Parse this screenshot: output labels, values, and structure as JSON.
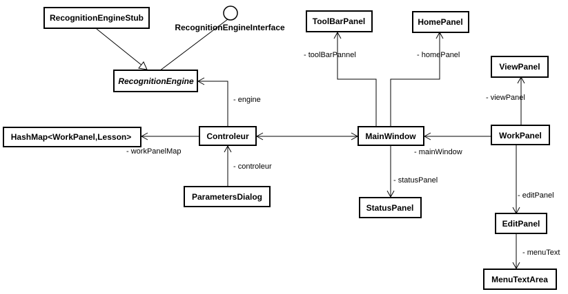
{
  "classes": {
    "recognition_engine_stub": "RecognitionEngineStub",
    "recognition_engine_interface": "RecognitionEngineInterface",
    "recognition_engine": "RecognitionEngine",
    "toolbar_panel": "ToolBarPanel",
    "home_panel": "HomePanel",
    "view_panel": "ViewPanel",
    "hashmap": "HashMap<WorkPanel,Lesson>",
    "controleur": "Controleur",
    "main_window": "MainWindow",
    "work_panel": "WorkPanel",
    "parameters_dialog": "ParametersDialog",
    "status_panel": "StatusPanel",
    "edit_panel": "EditPanel",
    "menu_text_area": "MenuTextArea"
  },
  "roles": {
    "engine": "- engine",
    "work_panel_map": "- workPanelMap",
    "controleur": "- controleur",
    "toolbar_pannel": "- toolBarPannel",
    "home_panel": "- homePanel",
    "view_panel": "- viewPanel",
    "main_window": "- mainWindow",
    "status_panel": "- statusPanel",
    "edit_panel": "- editPanel",
    "menu_text": "- menuText"
  }
}
